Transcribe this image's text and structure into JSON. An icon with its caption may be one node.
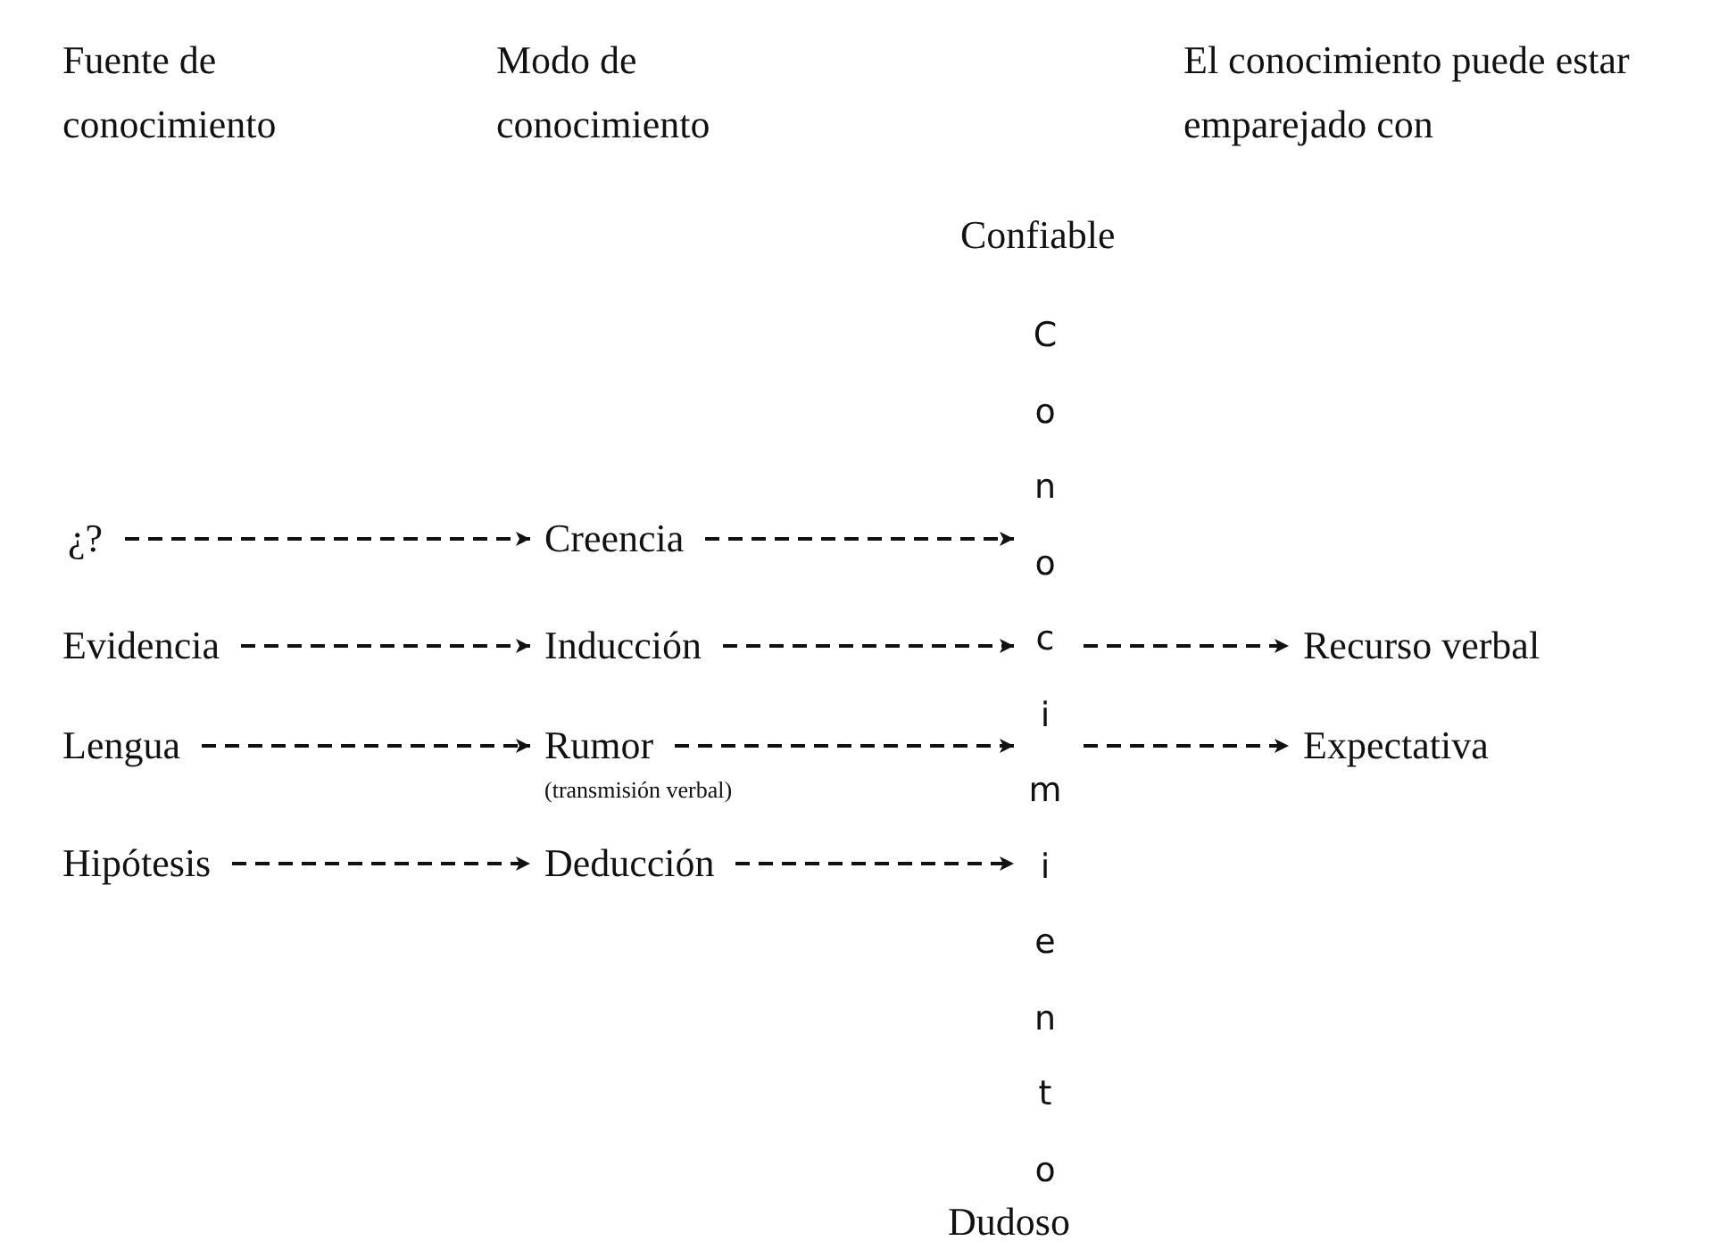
{
  "diagram": {
    "nodes": [
      {
        "text": [
          "¿?"
        ]
      },
      {
        "text": [
          "Evidencia"
        ]
      },
      {
        "text": [
          "Lengua"
        ]
      },
      {
        "text": [
          "Hipótesis"
        ]
      },
      {
        "text": [
          "Creencia"
        ]
      },
      {
        "text": [
          "Inducción"
        ]
      },
      {
        "text": [
          "Rumor"
        ],
        "beside": [
          "(transmisión verbal)"
        ]
      },
      {
        "text": [
          "Deducción"
        ]
      },
      {
        "text": [
          "Conocimiento"
        ]
      },
      {
        "text": [
          "Recurso verbal"
        ]
      },
      {
        "text": [
          "Expectativa"
        ]
      }
    ],
    "edges": [
      {
        "from": 0,
        "to": 4,
        "arrow": "to",
        "style": "dashed"
      },
      {
        "from": 1,
        "to": 5,
        "arrow": "to",
        "style": "dashed"
      },
      {
        "from": 2,
        "to": 6,
        "arrow": "to",
        "style": "dashed"
      },
      {
        "from": 3,
        "to": 7,
        "arrow": "to",
        "style": "dashed"
      },
      {
        "from": 4,
        "to": 8,
        "arrow": "to",
        "style": "dashed"
      },
      {
        "from": 5,
        "to": 8,
        "arrow": "to",
        "style": "dashed"
      },
      {
        "from": 6,
        "to": 8,
        "arrow": "to",
        "style": "dashed"
      },
      {
        "from": 7,
        "to": 8,
        "arrow": "to",
        "style": "dashed"
      },
      {
        "from": 8,
        "to": 9,
        "arrow": "to",
        "style": "dashed"
      },
      {
        "from": 8,
        "to": 10,
        "arrow": "to",
        "style": "dashed"
      }
    ],
    "labels": [
      "Fuente de conocimiento",
      "Modo de conocimiento",
      "El conocimiento puede estar emparejado con",
      "Confiable",
      "Dudoso"
    ]
  }
}
